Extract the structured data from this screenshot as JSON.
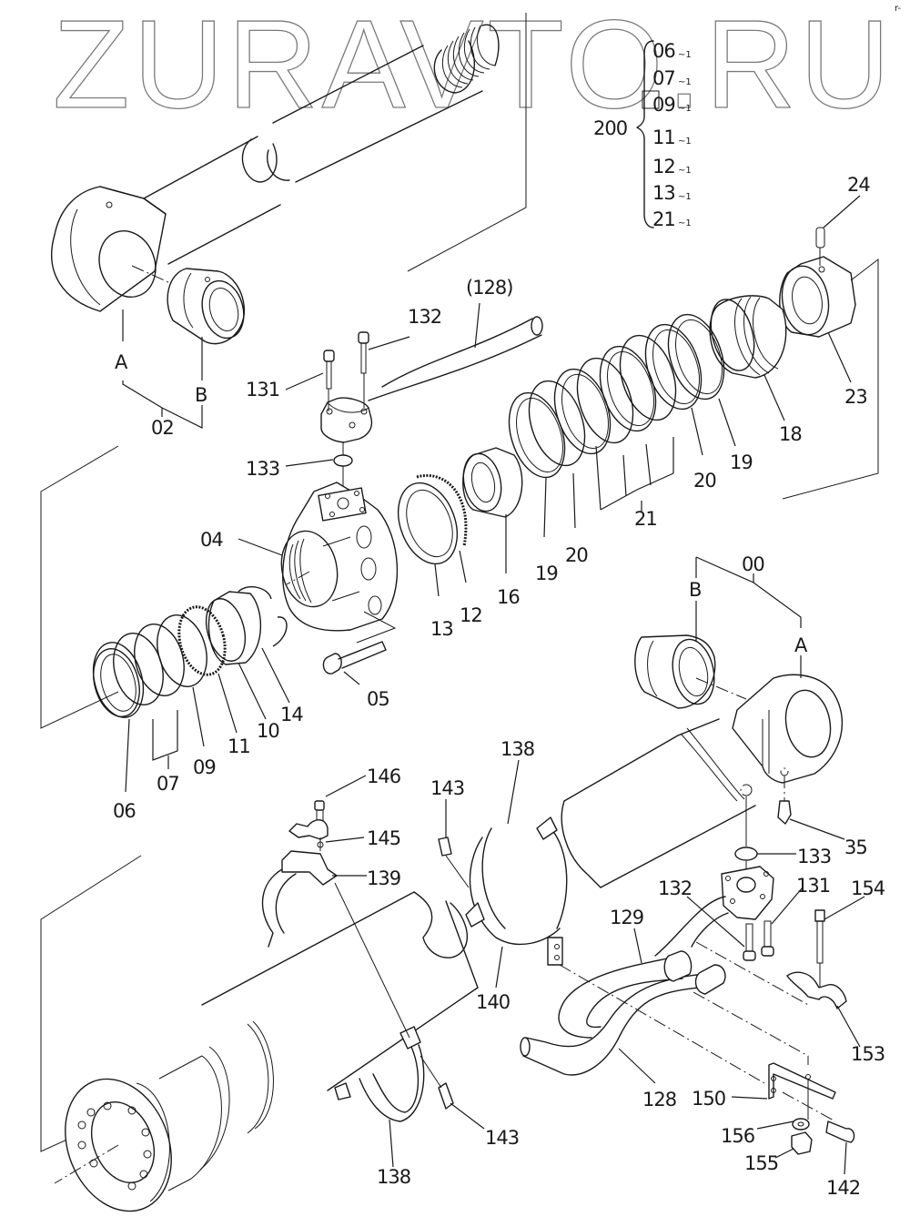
{
  "watermark": {
    "text": "ZURAVTO.RU",
    "color": "#7a7a7a"
  },
  "corner_mark": "r-",
  "kit": {
    "number": "200",
    "items": [
      {
        "part": "06",
        "qty": "~1"
      },
      {
        "part": "07",
        "qty": "~1"
      },
      {
        "part": "09",
        "qty": "~1"
      },
      {
        "part": "11",
        "qty": "~1"
      },
      {
        "part": "12",
        "qty": "~1"
      },
      {
        "part": "13",
        "qty": "~1"
      },
      {
        "part": "21",
        "qty": "~1"
      }
    ]
  },
  "callouts": {
    "p24": "24",
    "p128_ref": "(128)",
    "p132_top": "132",
    "p131_top": "131",
    "A_top": "A",
    "B_top": "B",
    "p02": "02",
    "p23": "23",
    "p18": "18",
    "p19_right": "19",
    "p20_right": "20",
    "p21": "21",
    "p133_top": "133",
    "p04": "04",
    "p16": "16",
    "p19_left": "19",
    "p20_left": "20",
    "p13": "13",
    "p12": "12",
    "p05": "05",
    "p14": "14",
    "p10": "10",
    "p11": "11",
    "p09": "09",
    "p07": "07",
    "p06": "06",
    "p00": "00",
    "B_right": "B",
    "A_right": "A",
    "p138_top": "138",
    "p146": "146",
    "p143_top": "143",
    "p145": "145",
    "p139": "139",
    "p35": "35",
    "p133_bottom": "133",
    "p132_bottom": "132",
    "p131_bottom": "131",
    "p154": "154",
    "p129": "129",
    "p140": "140",
    "p153": "153",
    "p128": "128",
    "p150": "150",
    "p156": "156",
    "p143_bottom": "143",
    "p155": "155",
    "p138_bottom": "138",
    "p142": "142"
  },
  "colors": {
    "ink": "#1a1a1a",
    "paper": "#ffffff"
  }
}
